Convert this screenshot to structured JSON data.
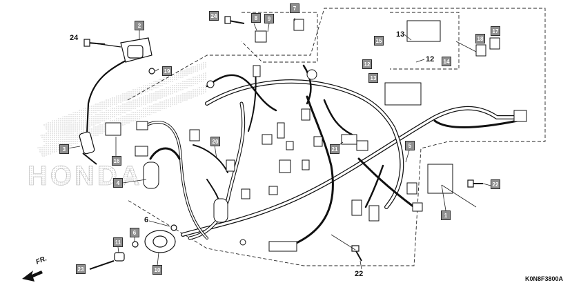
{
  "diagram": {
    "drawing_code": "K0N8F3800A",
    "direction_label": "FR.",
    "watermark_text": "HONDA",
    "callouts": [
      {
        "id": "c1",
        "label": "1"
      },
      {
        "id": "c2",
        "label": "2"
      },
      {
        "id": "c3",
        "label": "3"
      },
      {
        "id": "c4",
        "label": "4"
      },
      {
        "id": "c5",
        "label": "5"
      },
      {
        "id": "c7",
        "label": "7"
      },
      {
        "id": "c8",
        "label": "8"
      },
      {
        "id": "c9",
        "label": "9"
      },
      {
        "id": "c10",
        "label": "10"
      },
      {
        "id": "c11",
        "label": "11"
      },
      {
        "id": "c12",
        "label": "12"
      },
      {
        "id": "c13",
        "label": "13"
      },
      {
        "id": "c14",
        "label": "14"
      },
      {
        "id": "c15",
        "label": "15"
      },
      {
        "id": "c16",
        "label": "16"
      },
      {
        "id": "c17",
        "label": "17"
      },
      {
        "id": "c18",
        "label": "18"
      },
      {
        "id": "c19",
        "label": "19"
      },
      {
        "id": "c20",
        "label": "20"
      },
      {
        "id": "c21",
        "label": "21"
      },
      {
        "id": "c22",
        "label": "22"
      },
      {
        "id": "c23",
        "label": "23"
      },
      {
        "id": "c24",
        "label": "24"
      },
      {
        "id": "c6",
        "label": "6"
      }
    ],
    "plain_labels": [
      {
        "id": "p24",
        "label": "24"
      },
      {
        "id": "p13",
        "label": "13"
      },
      {
        "id": "p12",
        "label": "12"
      },
      {
        "id": "p6",
        "label": "6"
      },
      {
        "id": "p22",
        "label": "22"
      }
    ]
  }
}
